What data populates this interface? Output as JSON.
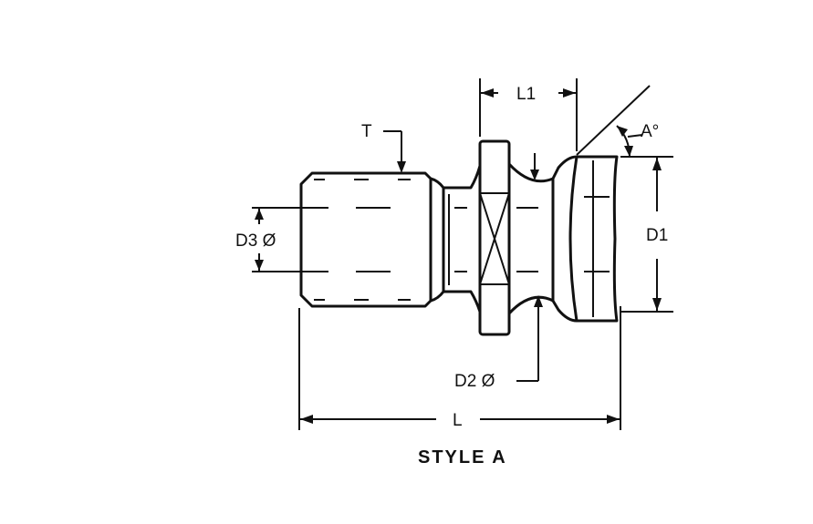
{
  "labels": {
    "thread": "T",
    "length": "L",
    "length1": "L1",
    "angle": "A°",
    "d1": "D1",
    "d2": "D2 Ø",
    "d3": "D3 Ø"
  },
  "caption": "STYLE A",
  "colors": {
    "ink": "#111111",
    "paper": "#ffffff"
  }
}
